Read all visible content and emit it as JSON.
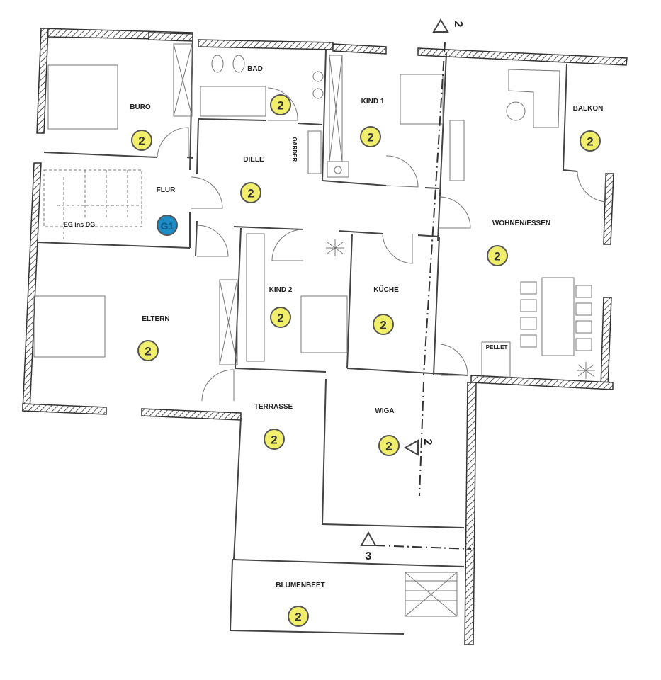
{
  "title": "Floor plan",
  "colors": {
    "badge_yellow": "#f0ee6a",
    "badge_blue": "#1d8bc4",
    "wall": "#333333"
  },
  "rooms": [
    {
      "id": "buero",
      "label": "BÜRO",
      "badge": "2"
    },
    {
      "id": "bad",
      "label": "BAD",
      "badge": "2"
    },
    {
      "id": "kind1",
      "label": "KIND 1",
      "badge": "2"
    },
    {
      "id": "balkon",
      "label": "BALKON",
      "badge": "2"
    },
    {
      "id": "diele",
      "label": "DIELE",
      "badge": "2"
    },
    {
      "id": "flur",
      "label": "FLUR",
      "badge": "G1"
    },
    {
      "id": "wohnen",
      "label": "WOHNEN/ESSEN",
      "badge": "2"
    },
    {
      "id": "kind2",
      "label": "KIND 2",
      "badge": "2"
    },
    {
      "id": "kueche",
      "label": "KÜCHE",
      "badge": "2"
    },
    {
      "id": "eltern",
      "label": "ELTERN",
      "badge": "2"
    },
    {
      "id": "terrasse",
      "label": "TERRASSE",
      "badge": "2"
    },
    {
      "id": "wiga",
      "label": "WIGA",
      "badge": "2"
    },
    {
      "id": "blumenbeet",
      "label": "BLUMENBEET",
      "badge": "2"
    }
  ],
  "annotations": {
    "garderobe": "GARDER.",
    "stairs": "EG ins DG",
    "pellet": "PELLET"
  },
  "section_markers": {
    "top": "2",
    "middle": "2",
    "bottom": "3"
  }
}
